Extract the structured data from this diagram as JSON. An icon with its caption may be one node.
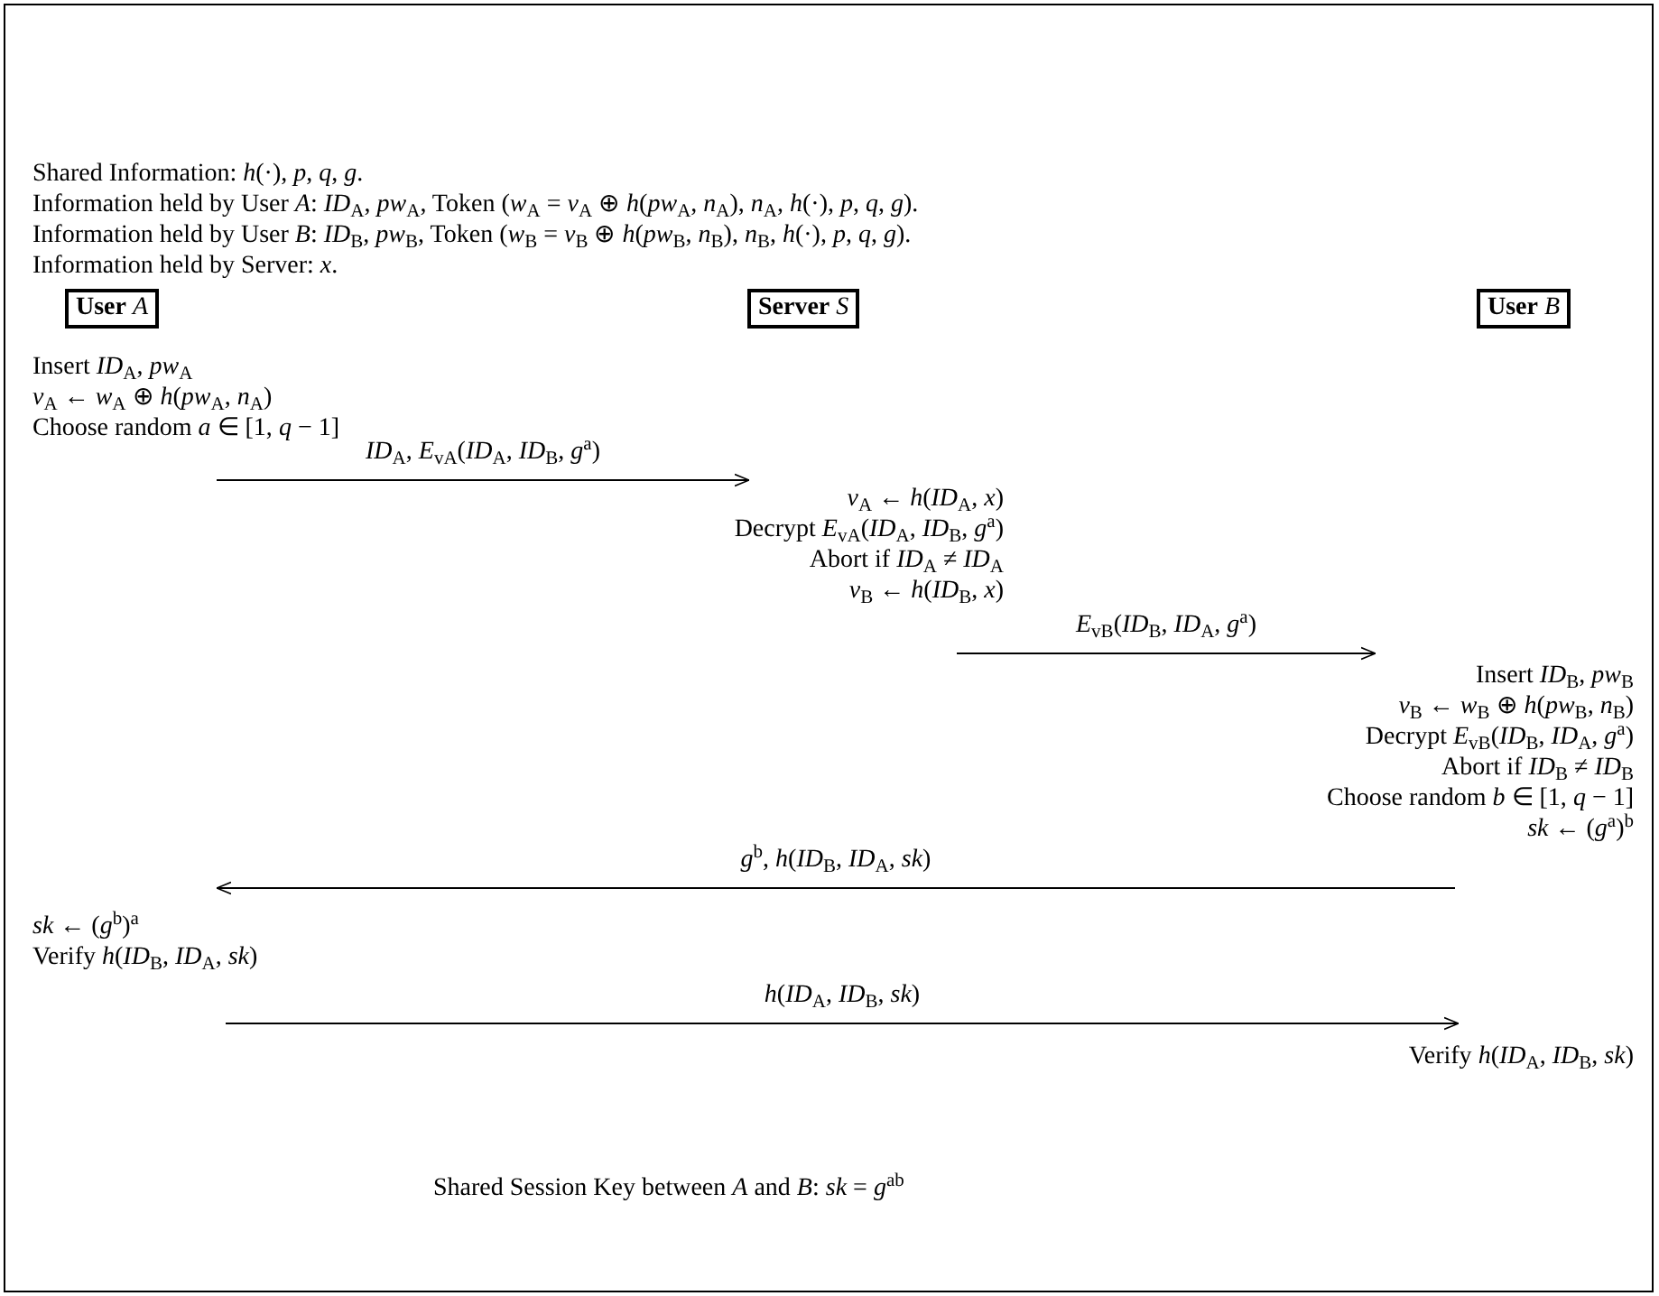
{
  "diagram": {
    "nodes": [
      {
        "text": [
          "**User** *A*"
        ]
      },
      {
        "text": [
          "**Server** *S*"
        ]
      },
      {
        "text": [
          "**User** *B*"
        ]
      },
      {
        "text": [
          "Insert *ID*$_{A}$, *pw*$_{A}$",
          "*v*$_{A}$ ← *w*$_{A}$ ⊕ *h*(*pw*$_{A}$, *n*$_{A}$)",
          "Choose random *a* ∈ [1, *q* − 1]"
        ]
      },
      {
        "text": [
          "*v*$_{A}$ ← *h*(*ID*$_{A}$, *x*)",
          "Decrypt *E*$_{vA}$(*ID*$_{A}$, *ID*$_{B}$, *g*$^{a}$)",
          "Abort if *ID*$_{A}$ ≠ *ID*$_{A}$",
          "*v*$_{B}$ ← *h*(*ID*$_{B}$, *x*)"
        ]
      },
      {
        "text": [
          "Insert *ID*$_{B}$, *pw*$_{B}$",
          "*v*$_{B}$ ← *w*$_{B}$ ⊕ *h*(*pw*$_{B}$, *n*$_{B}$)",
          "Decrypt *E*$_{vB}$(*ID*$_{B}$, *ID*$_{A}$, *g*$^{a}$)",
          "Abort if *ID*$_{B}$ ≠ *ID*$_{B}$",
          "Choose random *b* ∈ [1, *q* − 1]",
          "*sk* ← (*g*$^{a}$)$^{b}$"
        ]
      },
      {
        "text": [
          "*sk* ← (*g*$^{b}$)$^{a}$",
          "Verify *h*(*ID*$_{B}$, *ID*$_{A}$, *sk*)"
        ]
      },
      {
        "text": [
          "Verify *h*(*ID*$_{A}$, *ID*$_{B}$, *sk*)"
        ]
      }
    ],
    "edges": [
      {
        "from": 3,
        "to": 4,
        "arrow": "to",
        "label": "*ID*$_{A}$, *E*$_{vA}$(*ID*$_{A}$, *ID*$_{B}$, *g*$^{a}$)"
      },
      {
        "from": 4,
        "to": 5,
        "arrow": "to",
        "label": "*E*$_{vB}$(*ID*$_{B}$, *ID*$_{A}$, *g*$^{a}$)"
      },
      {
        "from": 5,
        "to": 6,
        "arrow": "to",
        "label": "*g*$^{b}$, *h*(*ID*$_{B}$, *ID*$_{A}$, *sk*)"
      },
      {
        "from": 6,
        "to": 7,
        "arrow": "to",
        "label": "*h*(*ID*$_{A}$, *ID*$_{B}$, *sk*)"
      }
    ],
    "labels": [
      "Shared Information: *h*(·), *p*, *q*, *g*.",
      "Information held by User *A*: *ID*$_{A}$, *pw*$_{A}$, Token (*w*$_{A}$ = *v*$_{A}$ ⊕ *h*(*pw*$_{A}$, *n*$_{A}$), *n*$_{A}$, *h*(·), *p*, *q*, *g*).",
      "Information held by User *B*: *ID*$_{B}$, *pw*$_{B}$, Token (*w*$_{B}$ = *v*$_{B}$ ⊕ *h*(*pw*$_{B}$, *n*$_{B}$), *n*$_{B}$, *h*(·), *p*, *q*, *g*).",
      "Information held by Server: *x*.",
      "Shared Session Key between *A* and *B*: *sk* = *g*$^{ab}$"
    ]
  }
}
